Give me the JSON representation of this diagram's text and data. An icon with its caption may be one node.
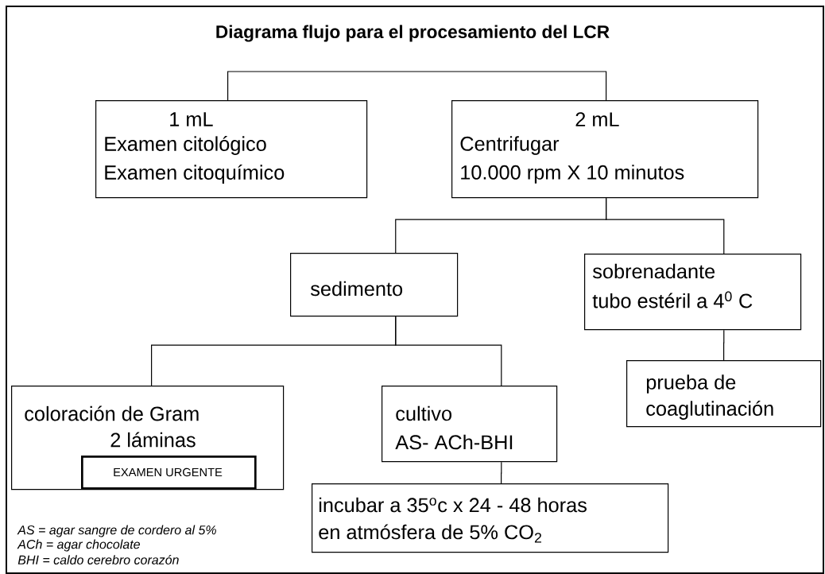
{
  "diagram": {
    "title": "Diagrama flujo para el procesamiento del LCR",
    "nodes": [
      {
        "text": [
          "1 mL",
          "Examen citológico",
          "Examen citoquímico"
        ]
      },
      {
        "text": [
          "2 mL",
          "Centrifugar",
          "10.000 rpm X 10 minutos"
        ]
      },
      {
        "text": [
          "sedimento"
        ]
      },
      {
        "text": [
          "sobrenadante",
          "tubo estéril a 4$^{0}$ C"
        ]
      },
      {
        "text": [
          "coloración de Gram",
          "2 láminas"
        ]
      },
      {
        "text": [
          "EXAMEN URGENTE"
        ],
        "in": 4
      },
      {
        "text": [
          "cultivo",
          "AS- ACh-BHI"
        ]
      },
      {
        "text": [
          "incubar a 35$^{o}$c x 24 - 48 horas",
          "en atmósfera de 5% CO$_{2}$"
        ]
      },
      {
        "text": [
          "prueba de",
          "coaglutinación"
        ]
      }
    ],
    "edges": [
      {
        "from": 0,
        "to": 1,
        "arrow": "none"
      },
      {
        "from": 1,
        "to": 2,
        "arrow": "none"
      },
      {
        "from": 1,
        "to": 3,
        "arrow": "none"
      },
      {
        "from": 2,
        "to": 4,
        "arrow": "none"
      },
      {
        "from": 2,
        "to": 6,
        "arrow": "none"
      },
      {
        "from": 6,
        "to": 7,
        "arrow": "none"
      },
      {
        "from": 3,
        "to": 8,
        "arrow": "none"
      }
    ],
    "labels": [
      "AS = agar sangre de cordero al 5%",
      "ACh = agar chocolate",
      "BHI = caldo cerebro corazón"
    ]
  }
}
